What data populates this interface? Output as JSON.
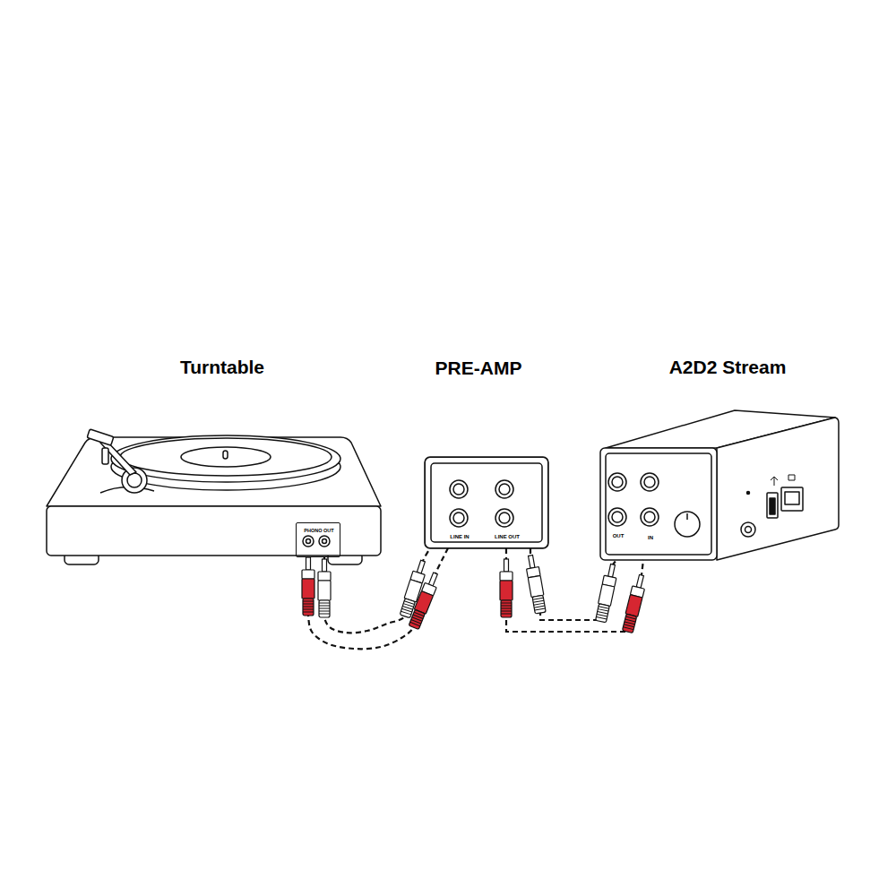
{
  "diagram": {
    "nodes": [
      {
        "text": [
          "Turntable"
        ]
      },
      {
        "text": [
          "PHONO OUT"
        ],
        "in": 0
      },
      {
        "text": [
          "PRE-AMP",
          "LINE IN",
          "LINE OUT"
        ]
      },
      {
        "text": [
          "A2D2 Stream",
          "OUT",
          "IN"
        ]
      }
    ],
    "edges": [
      {
        "from": 1,
        "to": 2,
        "arrow": "none"
      },
      {
        "from": 1,
        "to": 2,
        "arrow": "none"
      },
      {
        "from": 2,
        "to": 3,
        "arrow": "none"
      },
      {
        "from": 2,
        "to": 3,
        "arrow": "none"
      }
    ]
  }
}
